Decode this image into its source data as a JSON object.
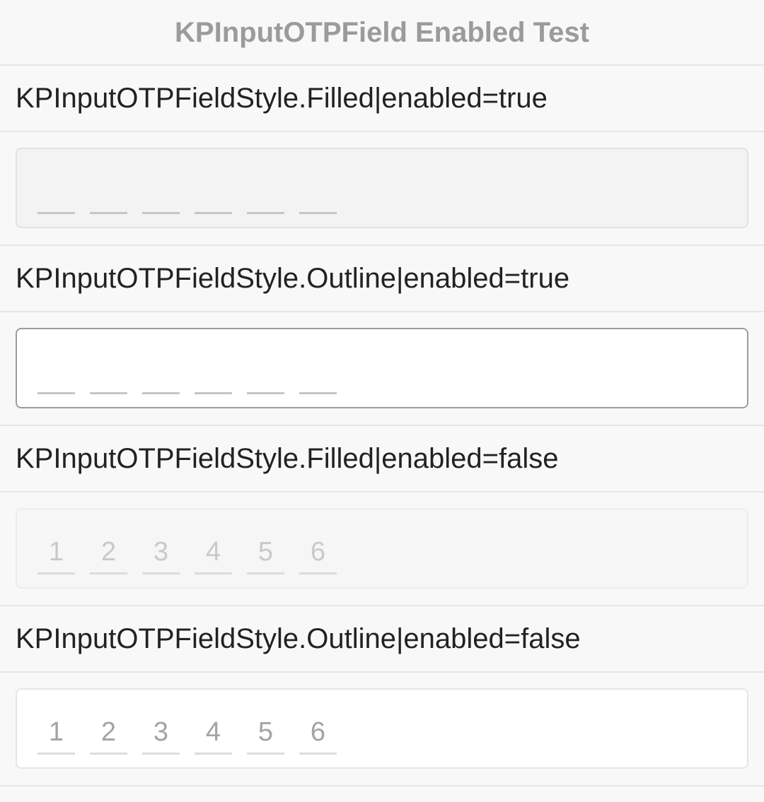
{
  "header": {
    "title": "KPInputOTPField Enabled Test"
  },
  "sections": [
    {
      "label": "KPInputOTPFieldStyle.Filled|enabled=true",
      "style": "filled",
      "enabled": true,
      "digits": [
        "",
        "",
        "",
        "",
        "",
        ""
      ]
    },
    {
      "label": "KPInputOTPFieldStyle.Outline|enabled=true",
      "style": "outline",
      "enabled": true,
      "digits": [
        "",
        "",
        "",
        "",
        "",
        ""
      ]
    },
    {
      "label": "KPInputOTPFieldStyle.Filled|enabled=false",
      "style": "filled",
      "enabled": false,
      "digits": [
        "1",
        "2",
        "3",
        "4",
        "5",
        "6"
      ]
    },
    {
      "label": "KPInputOTPFieldStyle.Outline|enabled=false",
      "style": "outline",
      "enabled": false,
      "digits": [
        "1",
        "2",
        "3",
        "4",
        "5",
        "6"
      ]
    }
  ]
}
